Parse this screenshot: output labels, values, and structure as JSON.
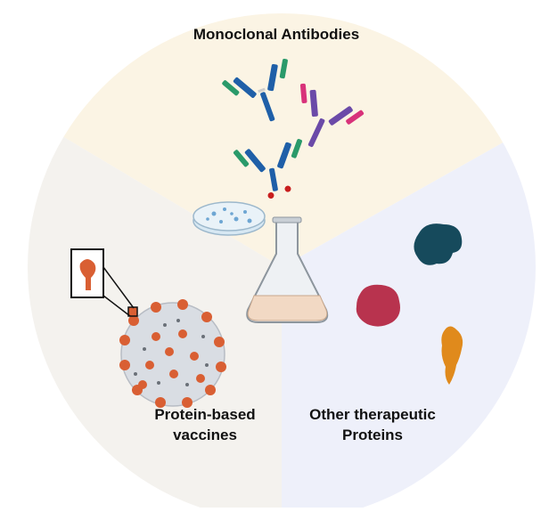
{
  "sectors": {
    "monoclonal": {
      "color": "#fbf4e4",
      "label": "Monoclonal Antibodies"
    },
    "vaccines": {
      "color": "#f4f2ee",
      "label_line1": "Protein-based",
      "label_line2": "vaccines"
    },
    "other": {
      "color": "#eef0fa",
      "label_line1": "Other therapeutic",
      "label_line2": "Proteins"
    }
  },
  "icons": {
    "antibody_colors": [
      "#1f5fa8",
      "#6b4aa8",
      "#2a9a6a",
      "#d8327a"
    ],
    "virus_color": "#d95f33",
    "protein_colors": [
      "#164a5c",
      "#b8334e",
      "#e08a1c"
    ],
    "flask_liquid": "#f2d9c4"
  }
}
